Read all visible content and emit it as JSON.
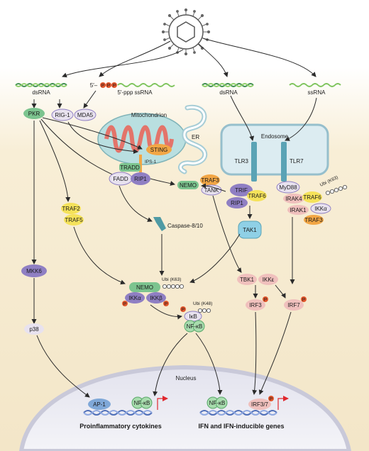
{
  "strands": {
    "dsrna_left": "dsRNA",
    "five_prime": "5′–",
    "ppp_ssrna": "5′-ppp ssRNA",
    "dsrna_right": "dsRNA",
    "ssrna": "ssRNA",
    "ppp_letter": "P"
  },
  "compartments": {
    "mitochondrion": "Mitochondrion",
    "er": "ER",
    "endosome": "Endosome",
    "nucleus": "Nucleus"
  },
  "proteins": {
    "pkr": "PKR",
    "rig1": "RIG-1",
    "mda5": "MDA5",
    "sting": "STING",
    "ips1": "IPS-1",
    "tradd": "TRADD",
    "fadd": "FADD",
    "rip1_left": "RIP1",
    "nemo_top": "NEMO",
    "traf3_top": "TRAF3",
    "tank": "TANK",
    "tlr3": "TLR3",
    "tlr7": "TLR7",
    "trif": "TRIF",
    "traf6_mid": "TRAF6",
    "rip1_right": "RIP1",
    "myd88": "MyD88",
    "irak4": "IRAK4",
    "traf6_right": "TRAF6",
    "ubi_k63_right": "Ubi (K63)",
    "irak1": "IRAK1",
    "ikka_right": "IKKα",
    "traf3_right": "TRAF3",
    "traf2": "TRAF2",
    "traf5": "TRAF5",
    "caspase": "Caspase-8/10",
    "mkk6": "MKK6",
    "tak1": "TAK1",
    "nemo_mid": "NEMO",
    "ubi_k63_mid": "Ubi (K63)",
    "ikka_mid": "IKKα",
    "ikkb_mid": "IKKβ",
    "ubi_k48": "Ubi (K48)",
    "ikb": "IκB",
    "nfkb_mid": "NF-κB",
    "tbk1": "TBK1",
    "ikke": "IKKε",
    "irf3": "IRF3",
    "irf7": "IRF7",
    "p38": "p38",
    "ap1": "AP-1",
    "nfkb_nuc1": "NF-κB",
    "nfkb_nuc2": "NF-κB",
    "irf37": "IRF3/7",
    "phospho": "P"
  },
  "outputs": {
    "proinflammatory": "Proinflammatory cytokines",
    "ifn_genes": "IFN and IFN-inducible genes"
  },
  "colors": {
    "cytoplasm": "#f7edd3",
    "nucleus": "#eaeaf2",
    "green": "#7cc48f",
    "purple": "#8f7fc3",
    "yellow": "#f5e25a",
    "orange": "#f2a645",
    "phospho": "#e2562c",
    "teal": "#4f9aa4",
    "pink": "#f0c0bd",
    "arrow_red": "#e0282f"
  }
}
